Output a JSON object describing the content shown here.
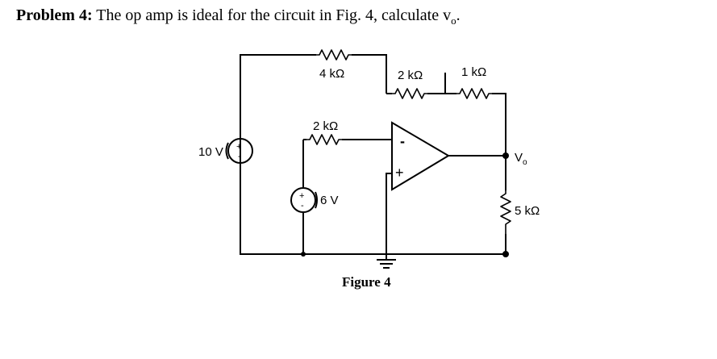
{
  "problem": {
    "label": "Problem 4:",
    "text": "The op amp is ideal for the circuit in Fig. 4, calculate v",
    "sub": "o",
    "end": "."
  },
  "circuit": {
    "r_top": "4 kΩ",
    "r_fb1": "2 kΩ",
    "r_fb2": "1 kΩ",
    "r_in": "2 kΩ",
    "r_load": "5 kΩ",
    "src1": "10 V",
    "src2": "6 V",
    "vout": "V",
    "vout_sub": "o",
    "plus": "+",
    "minus": "-",
    "caption": "Figure 4"
  }
}
